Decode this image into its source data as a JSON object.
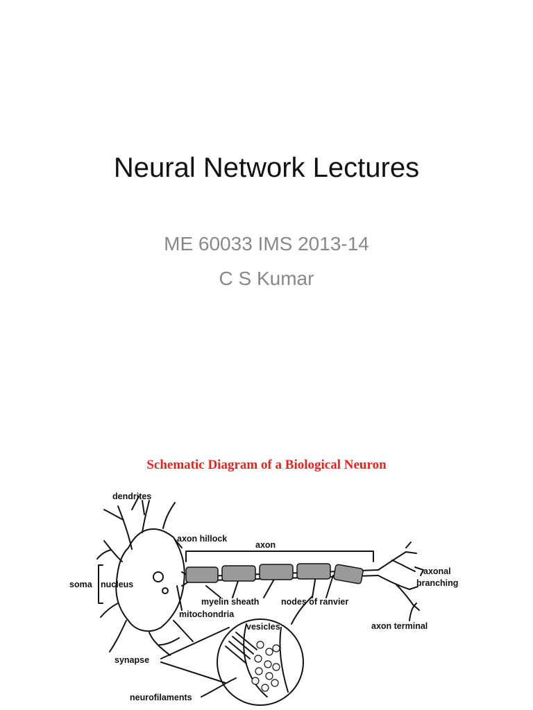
{
  "slide": {
    "title": "Neural Network Lectures",
    "subtitle_lines": [
      "ME 60033 IMS 2013-14",
      "C S Kumar"
    ]
  },
  "diagram": {
    "title": "Schematic Diagram of a Biological Neuron",
    "colors": {
      "title": "#e8231f",
      "line": "#111111",
      "myelin": "#9a9a9a"
    },
    "labels": {
      "dendrites": "dendrites",
      "axon_hillock": "axon hillock",
      "axon": "axon",
      "soma": "soma",
      "nucleus": "nucleus",
      "axonal": "axonal",
      "branching": "branching",
      "myelin_sheath": "myelin sheath",
      "nodes_of_ranvier": "nodes of ranvier",
      "mitochondria": "mitochondria",
      "axon_terminal": "axon terminal",
      "vesicles": "vesicles",
      "synapse": "synapse",
      "neurofilaments": "neurofilaments"
    }
  }
}
